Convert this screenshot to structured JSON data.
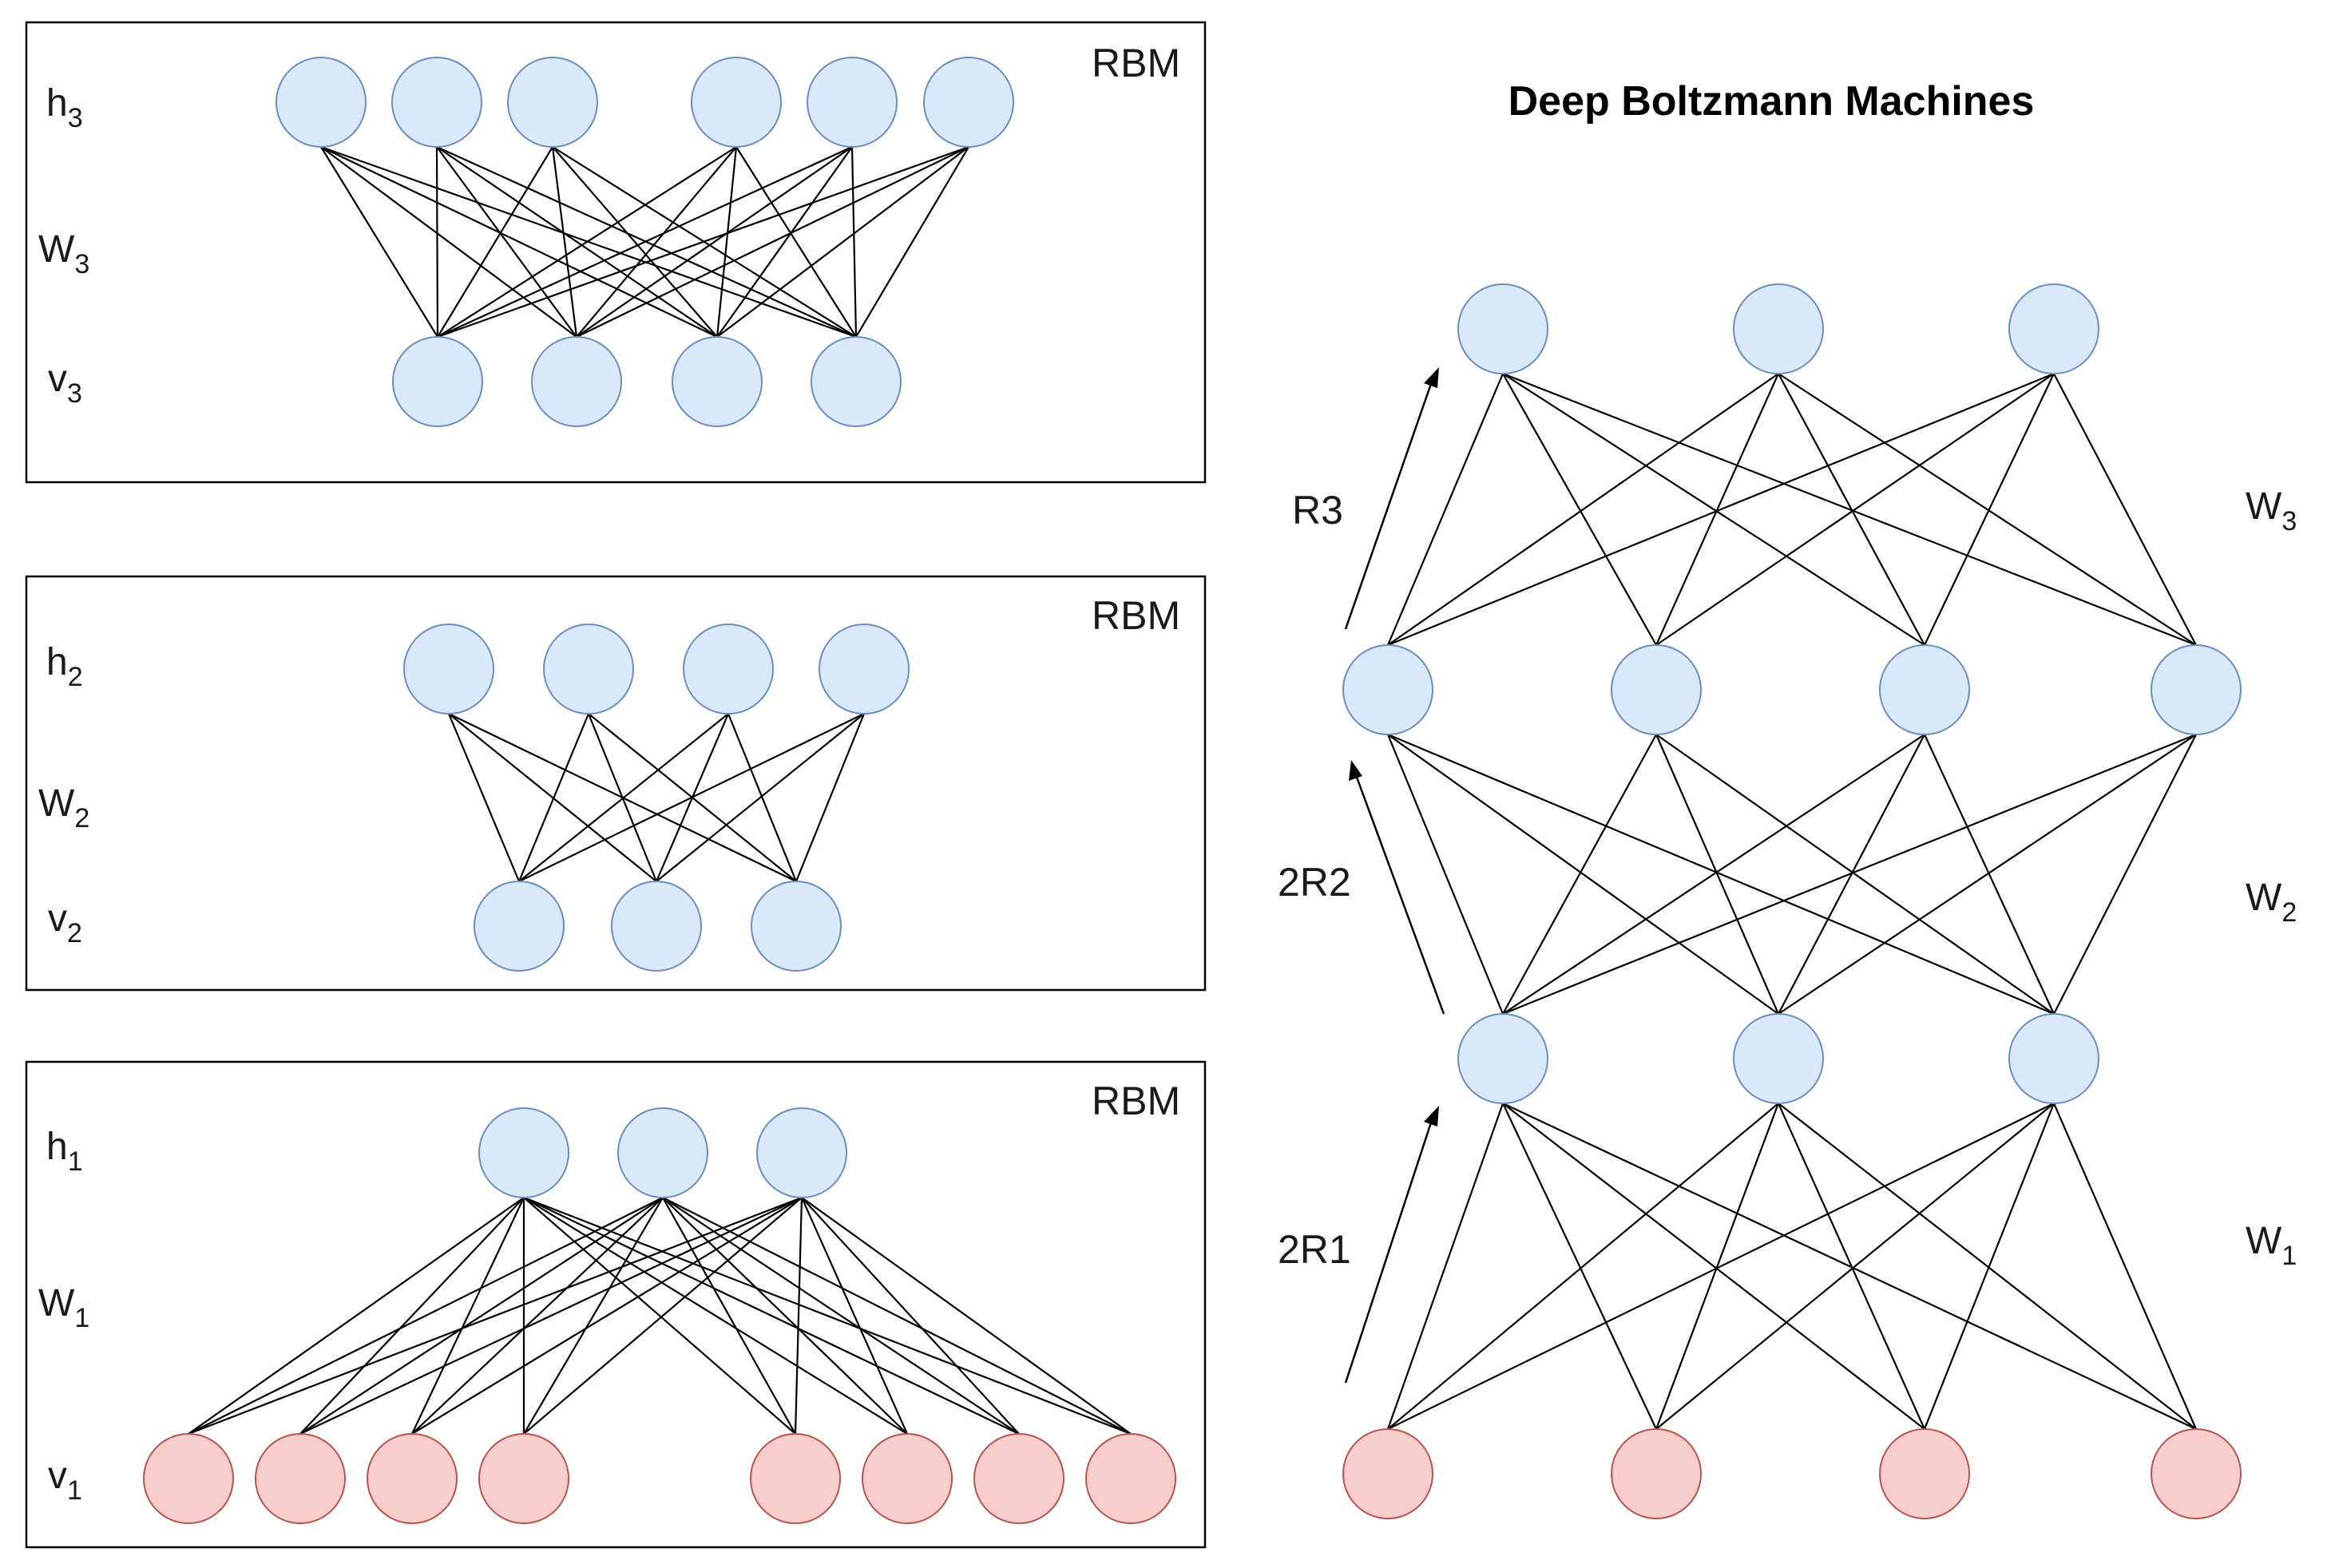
{
  "title": "Deep Boltzmann Machines",
  "colors": {
    "hidden_fill": "#dae8fc",
    "hidden_stroke": "#6c8ebf",
    "visible_fill": "#f8cecc",
    "visible_stroke": "#b85450"
  },
  "rbm_panels": [
    {
      "tag": "RBM",
      "top_label": {
        "base": "h",
        "sub": "3"
      },
      "weight_label": {
        "base": "W",
        "sub": "3"
      },
      "bottom_label": {
        "base": "v",
        "sub": "3"
      },
      "top_units": 6,
      "bottom_units": 4,
      "bottom_type": "hidden"
    },
    {
      "tag": "RBM",
      "top_label": {
        "base": "h",
        "sub": "2"
      },
      "weight_label": {
        "base": "W",
        "sub": "2"
      },
      "bottom_label": {
        "base": "v",
        "sub": "2"
      },
      "top_units": 4,
      "bottom_units": 3,
      "bottom_type": "hidden"
    },
    {
      "tag": "RBM",
      "top_label": {
        "base": "h",
        "sub": "1"
      },
      "weight_label": {
        "base": "W",
        "sub": "1"
      },
      "bottom_label": {
        "base": "v",
        "sub": "1"
      },
      "top_units": 3,
      "bottom_units": 8,
      "bottom_type": "visible"
    }
  ],
  "dbm": {
    "layers": [
      {
        "units": 3,
        "type": "hidden"
      },
      {
        "units": 4,
        "type": "hidden"
      },
      {
        "units": 3,
        "type": "hidden"
      },
      {
        "units": 4,
        "type": "visible"
      }
    ],
    "weight_labels": [
      {
        "base": "W",
        "sub": "3"
      },
      {
        "base": "W",
        "sub": "2"
      },
      {
        "base": "W",
        "sub": "1"
      }
    ],
    "recognition_labels": [
      "R3",
      "2R2",
      "2R1"
    ]
  }
}
